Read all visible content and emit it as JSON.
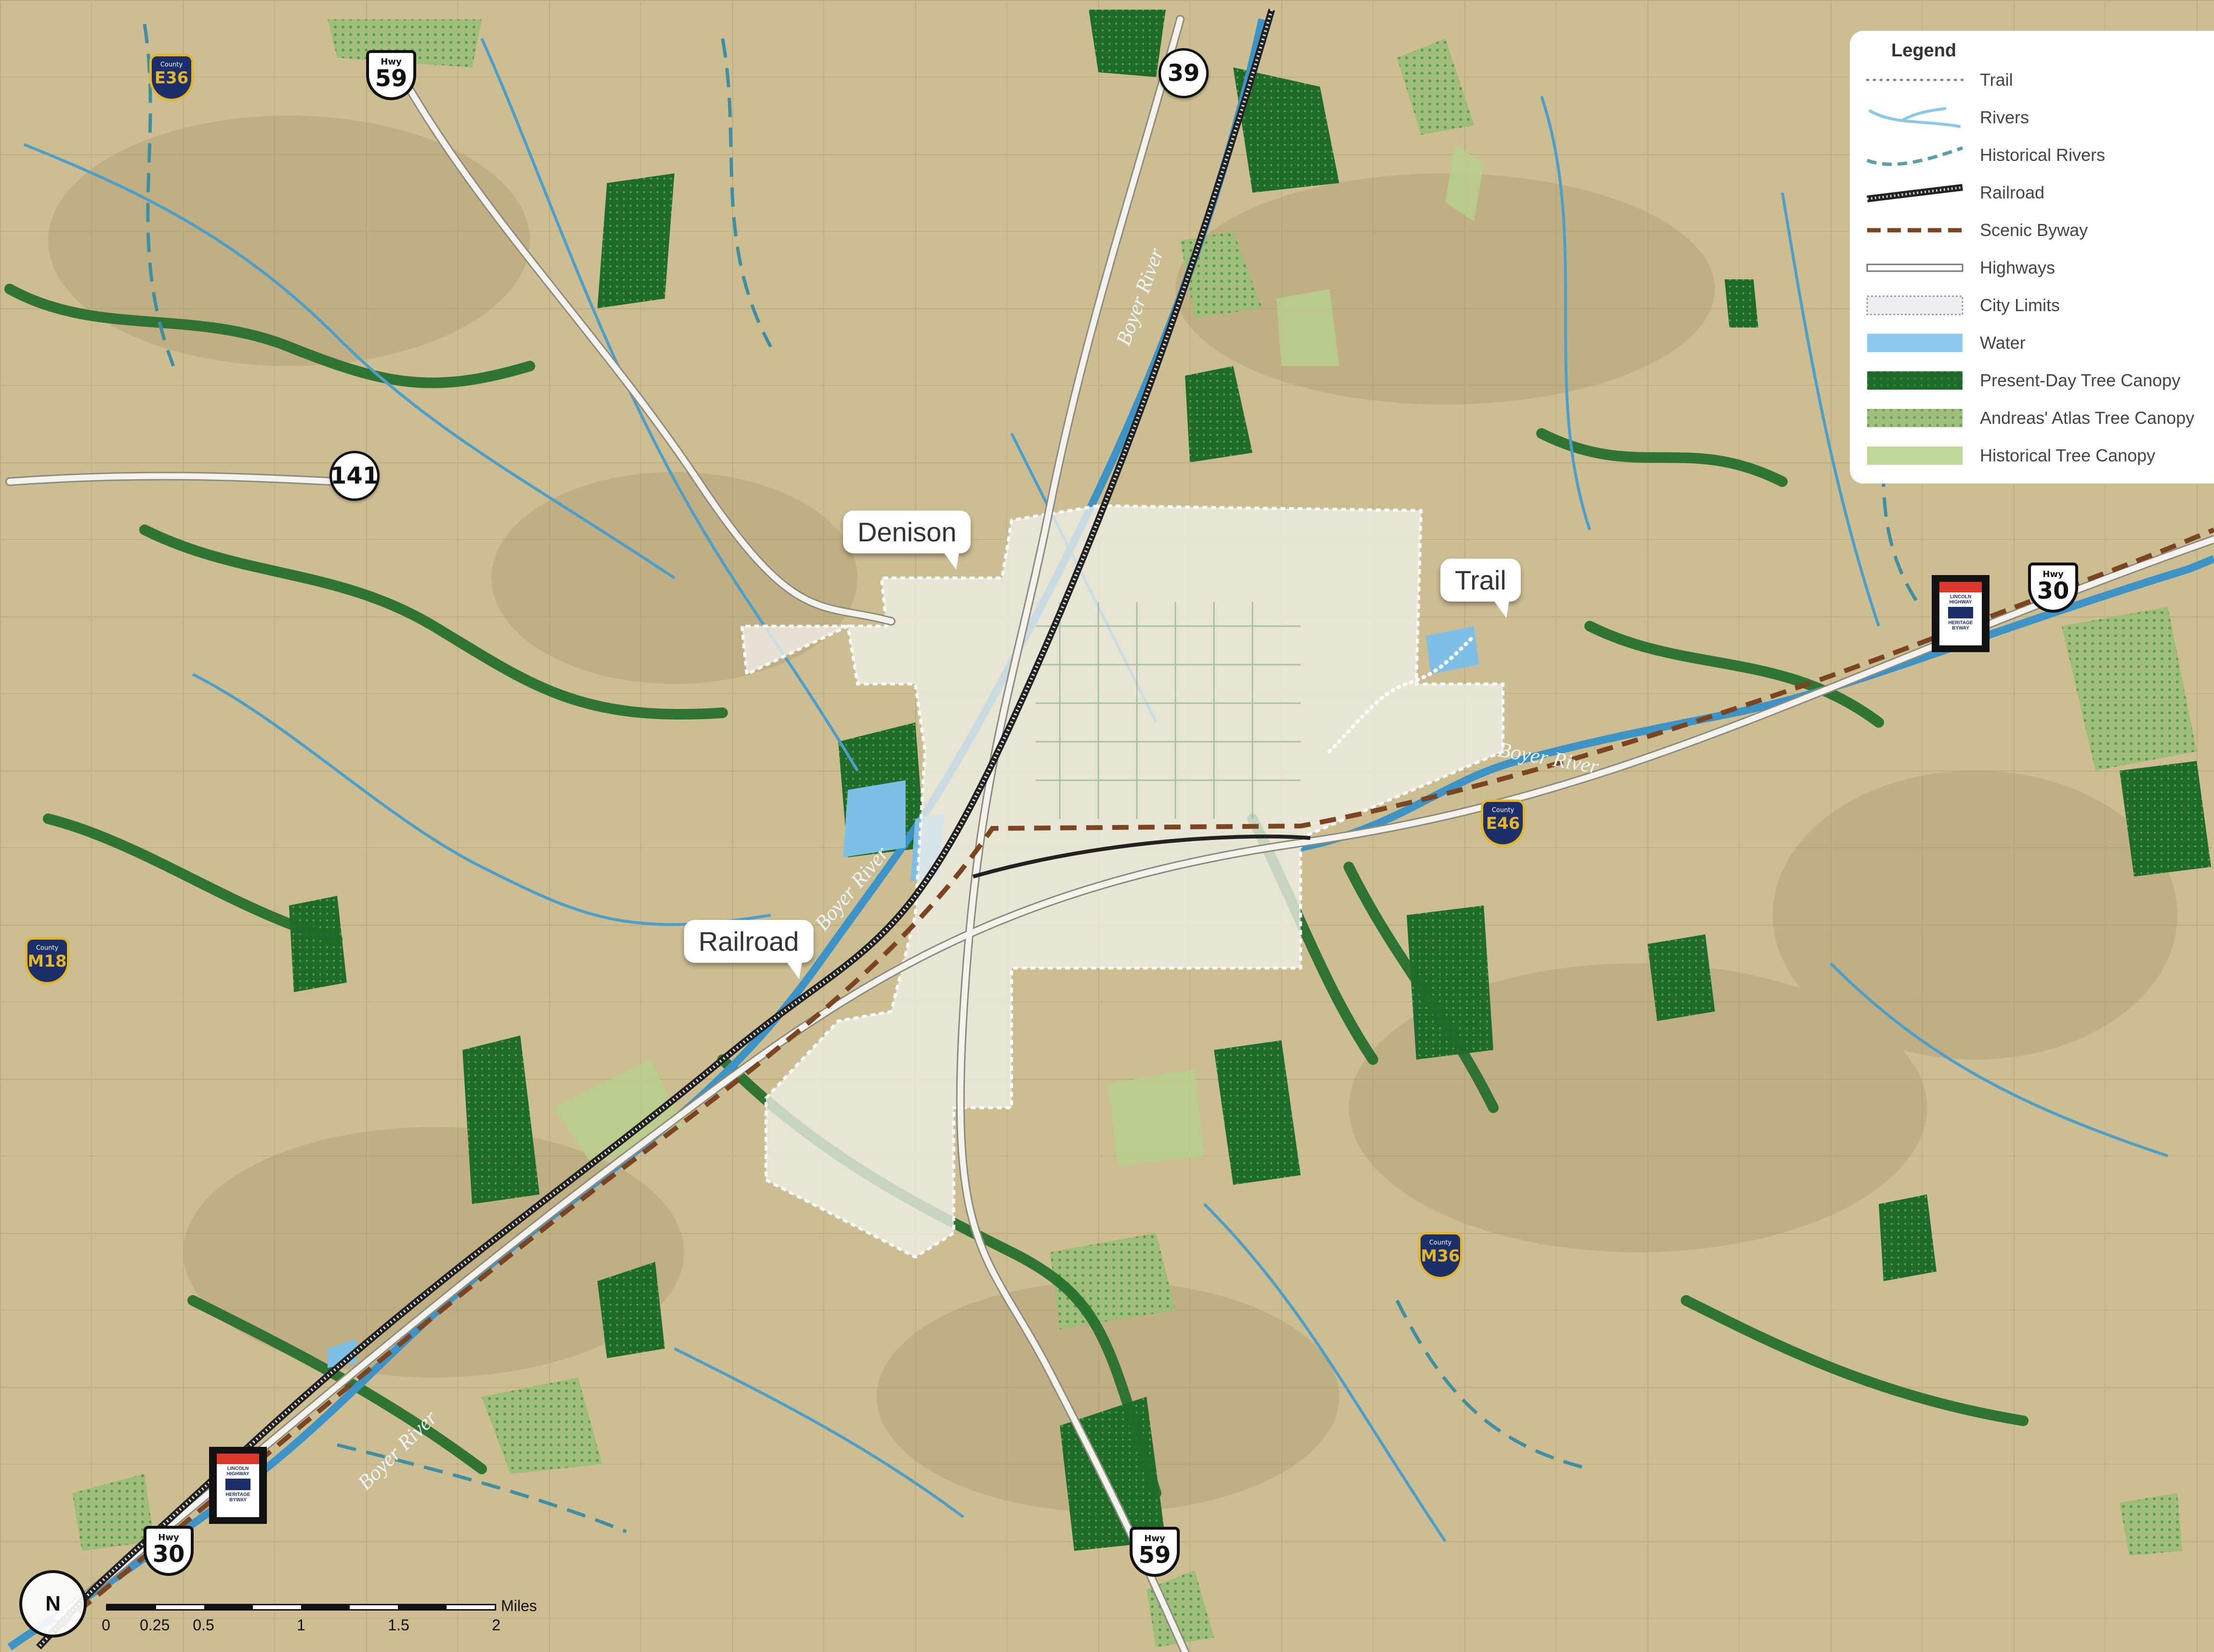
{
  "legend": {
    "title": "Legend",
    "items": [
      {
        "label": "Trail",
        "symbol": "dotted-outline-line"
      },
      {
        "label": "Rivers",
        "symbol": "light-blue-branching-line"
      },
      {
        "label": "Historical Rivers",
        "symbol": "teal-dashed-wave"
      },
      {
        "label": "Railroad",
        "symbol": "hatched-black-line"
      },
      {
        "label": "Scenic Byway",
        "symbol": "brown-dashed-line"
      },
      {
        "label": "Highways",
        "symbol": "white-outlined-band"
      },
      {
        "label": "City Limits",
        "symbol": "dotted-white-fill"
      },
      {
        "label": "Water",
        "symbol": "blue-fill"
      },
      {
        "label": "Present-Day Tree Canopy",
        "symbol": "dark-green-dotted-fill"
      },
      {
        "label": "Andreas' Atlas Tree Canopy",
        "symbol": "light-green-dotted-fill"
      },
      {
        "label": "Historical Tree Canopy",
        "symbol": "pale-green-fill"
      }
    ]
  },
  "callouts": {
    "denison": "Denison",
    "trail": "Trail",
    "railroad": "Railroad"
  },
  "shields": {
    "hwy59_north": {
      "prefix": "Hwy",
      "number": "59"
    },
    "hwy59_south": {
      "prefix": "Hwy",
      "number": "59"
    },
    "hwy30_east": {
      "prefix": "Hwy",
      "number": "30"
    },
    "hwy30_west": {
      "prefix": "Hwy",
      "number": "30"
    },
    "state39": "39",
    "state141": "141",
    "county_e36": {
      "prefix": "County",
      "number": "E36"
    },
    "county_e46": {
      "prefix": "County",
      "number": "E46"
    },
    "county_m18": {
      "prefix": "County",
      "number": "M18"
    },
    "county_m36": {
      "prefix": "County",
      "number": "M36"
    }
  },
  "byway_sign": {
    "line1": "LINCOLN",
    "line2": "HIGHWAY",
    "line3": "HERITAGE",
    "line4": "BYWAY"
  },
  "river_labels": [
    "Boyer River",
    "Boyer River",
    "Boyer River",
    "Boyer River"
  ],
  "scale": {
    "north": "N",
    "units": "Miles",
    "ticks": [
      "0",
      "0.25",
      "0.5",
      "1",
      "1.5",
      "2"
    ],
    "tick_values": [
      0,
      0.25,
      0.5,
      1,
      1.5,
      2
    ],
    "max": 2
  },
  "colors": {
    "land": "#c9b98f",
    "present_canopy": "#1f6b2a",
    "andreas_canopy": "#8fb26c",
    "historical_canopy": "#b7cf8e",
    "river": "#4e9fc8",
    "historical_river": "#3f8fa0",
    "water": "#7fbfe6",
    "railroad": "#222222",
    "byway": "#7a4520",
    "city": "#f1efe8"
  }
}
